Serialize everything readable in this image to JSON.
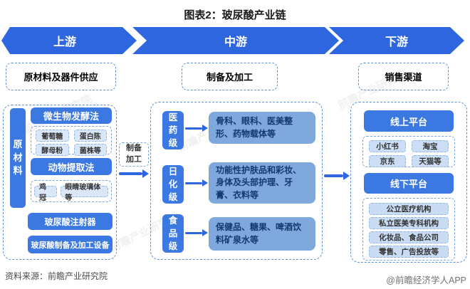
{
  "title": "图表2：玻尿酸产业链",
  "banners": [
    {
      "label": "上游"
    },
    {
      "label": "中游"
    },
    {
      "label": "下游"
    }
  ],
  "upstream": {
    "section_title": "原材料及器件供应",
    "vertical_label": "原材料",
    "fermentation": {
      "title": "微生物发酵法",
      "items": [
        "葡萄糖",
        "蛋白陈",
        "酵母粉",
        "菌株等"
      ]
    },
    "animal": {
      "title": "动物提取法",
      "items": [
        "鸡冠",
        "眼睛玻璃体等"
      ]
    },
    "devices": [
      "玻尿酸注射器",
      "玻尿酸制备及加工设备"
    ]
  },
  "connector": {
    "label": "制备加工"
  },
  "midstream": {
    "section_title": "制备及加工",
    "rows": [
      {
        "grade": "医药级",
        "desc": "骨科、眼科、医美整形、药物载体等"
      },
      {
        "grade": "日化级",
        "desc": "功能性护肤品和彩妆、身体及头部护理、牙膏、衣料等"
      },
      {
        "grade": "食品级",
        "desc": "保健品、糖果、啤酒饮料矿泉水等"
      }
    ]
  },
  "downstream": {
    "section_title": "销售渠道",
    "online": {
      "title": "线上平台",
      "items": [
        "小红书",
        "淘宝",
        "京东",
        "天猫等"
      ]
    },
    "offline": {
      "title": "线下平台",
      "items": [
        "公立医疗机构",
        "私立医美专科机构",
        "化妆品、食品公司",
        "零售、广告投放等"
      ]
    }
  },
  "footer": {
    "source": "资料来源：前瞻产业研究院",
    "brand": "@前瞻经济学人APP"
  },
  "watermark": "前瞻产业研究院",
  "colors": {
    "banner_blue": "#2D66DF",
    "button_blue": "#3B78E2",
    "light_box_blue": "#7FA9DC",
    "light_box_text": "#14386F",
    "chip_bg": "#D9E7F9",
    "dashed_border": "#5E8FD6"
  }
}
